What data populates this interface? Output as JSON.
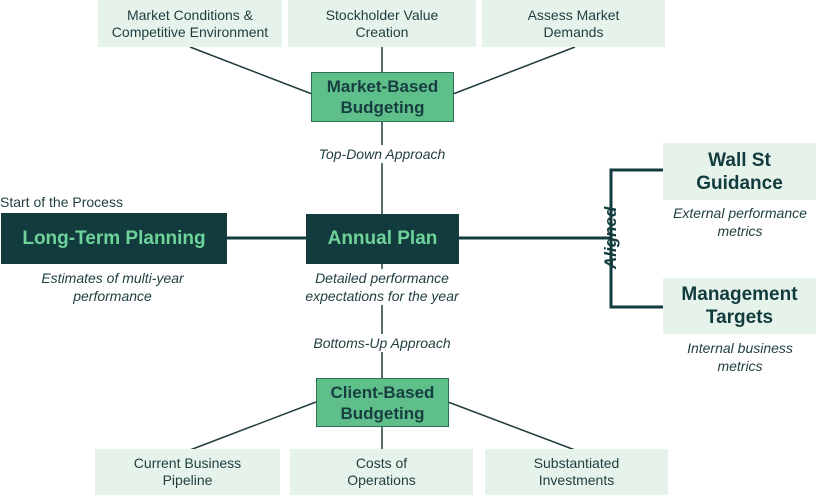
{
  "diagram": {
    "top_boxes": [
      {
        "text": "Market Conditions &\nCompetitive Environment"
      },
      {
        "text": "Stockholder Value\nCreation"
      },
      {
        "text": "Assess Market\nDemands"
      }
    ],
    "market_based": "Market-Based\nBudgeting",
    "top_down_label": "Top-Down Approach",
    "start_label": "Start of the Process",
    "long_term": "Long-Term Planning",
    "long_term_caption": "Estimates of multi-year\nperformance",
    "annual_plan": "Annual Plan",
    "annual_caption": "Detailed performance\nexpectations for the year",
    "bottoms_up_label": "Bottoms-Up Approach",
    "client_based": "Client-Based\nBudgeting",
    "bottom_boxes": [
      {
        "text": "Current Business\nPipeline"
      },
      {
        "text": "Costs of\nOperations"
      },
      {
        "text": "Substantiated\nInvestments"
      }
    ],
    "aligned_label": "Aligned",
    "wall_st": "Wall St\nGuidance",
    "wall_st_caption": "External  performance\nmetrics",
    "mgmt": "Management\nTargets",
    "mgmt_caption": "Internal business\nmetrics"
  }
}
